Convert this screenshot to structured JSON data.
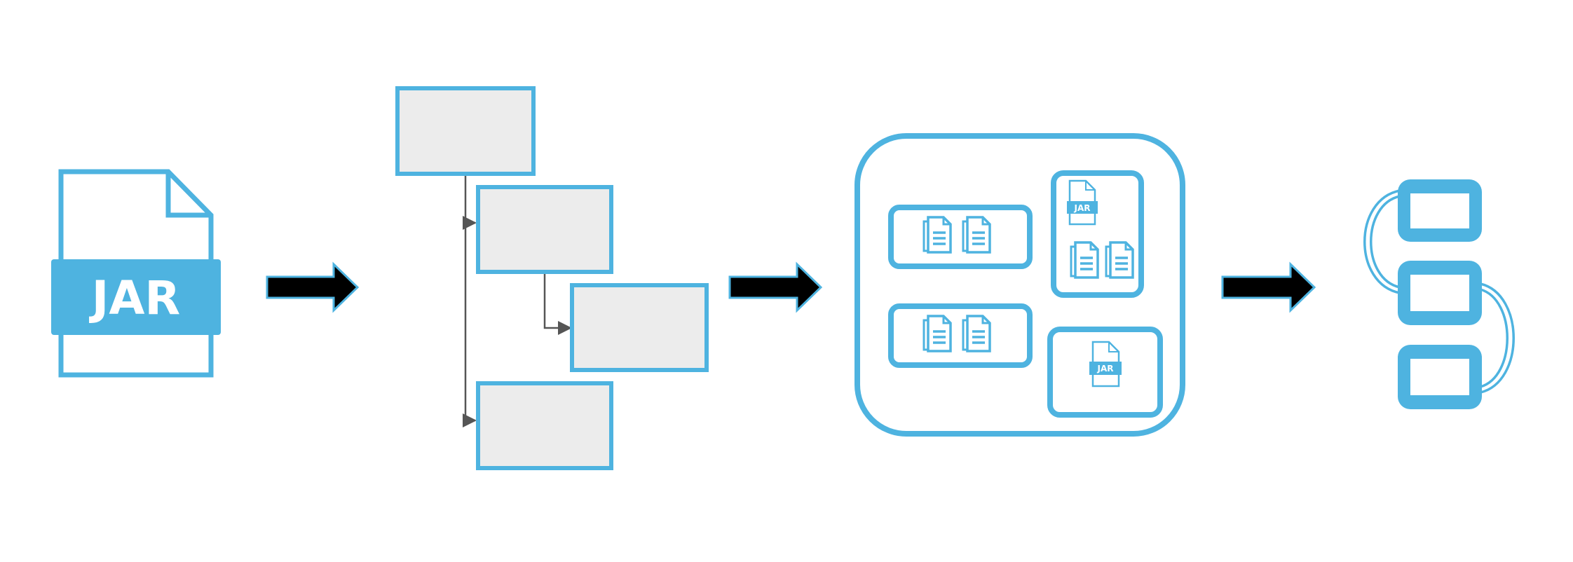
{
  "colors": {
    "accent": "#4eb3e0",
    "box_fill": "#ececec",
    "arrow": "#000000",
    "connector": "#555555",
    "background": "#ffffff"
  },
  "jar_file": {
    "label": "JAR",
    "icon": "jar-file-icon"
  },
  "stages": [
    {
      "name": "jar-archive"
    },
    {
      "name": "class-hierarchy"
    },
    {
      "name": "module-grouping"
    },
    {
      "name": "linked-modules"
    }
  ],
  "module_grouping": {
    "small_jar_label_1": "JAR",
    "small_jar_label_2": "JAR"
  }
}
